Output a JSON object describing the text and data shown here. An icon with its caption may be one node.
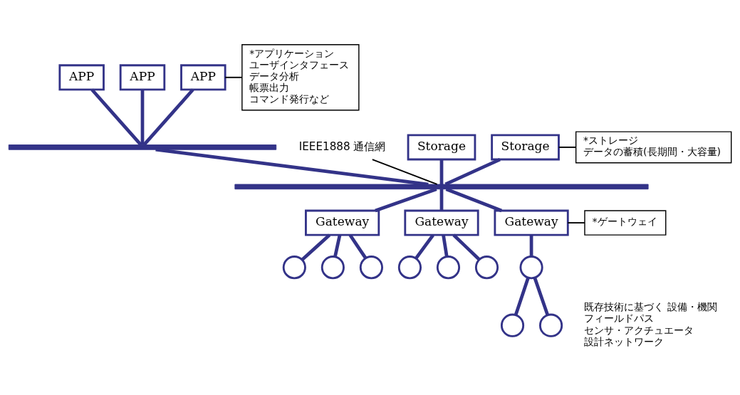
{
  "diagram": {
    "nodes": [
      {
        "text": [
          "APP"
        ]
      },
      {
        "text": [
          "APP"
        ]
      },
      {
        "text": [
          "APP"
        ]
      },
      {
        "text": [],
        "shape": "bar"
      },
      {
        "text": [
          "IEEE1888 通信網"
        ]
      },
      {
        "text": [
          "Storage"
        ]
      },
      {
        "text": [
          "Storage"
        ]
      },
      {
        "text": [],
        "shape": "bar"
      },
      {
        "text": [
          "Gateway"
        ]
      },
      {
        "text": [
          "Gateway"
        ]
      },
      {
        "text": [
          "Gateway"
        ]
      },
      {
        "text": [],
        "shape": "circle"
      },
      {
        "text": [],
        "shape": "circle"
      },
      {
        "text": [],
        "shape": "circle"
      },
      {
        "text": [],
        "shape": "circle"
      },
      {
        "text": [],
        "shape": "circle"
      },
      {
        "text": [],
        "shape": "circle"
      },
      {
        "text": [],
        "shape": "circle"
      },
      {
        "text": [],
        "shape": "circle"
      },
      {
        "text": [],
        "shape": "circle"
      },
      {
        "text": [
          "*アプリケーション",
          "ユーザインタフェース",
          "データ分析",
          "帳票出力",
          "コマンド発行など"
        ]
      },
      {
        "text": [
          "*ストレージ",
          "データの蓄積(長期間・大容量)"
        ]
      },
      {
        "text": [
          "*ゲートウェイ"
        ]
      }
    ],
    "edges": [
      {
        "from": 0,
        "to": 3,
        "arrow": "none"
      },
      {
        "from": 1,
        "to": 3,
        "arrow": "none"
      },
      {
        "from": 2,
        "to": 3,
        "arrow": "none"
      },
      {
        "from": 3,
        "to": 7,
        "arrow": "none"
      },
      {
        "from": 5,
        "to": 7,
        "arrow": "none"
      },
      {
        "from": 6,
        "to": 7,
        "arrow": "none"
      },
      {
        "from": 7,
        "to": 8,
        "arrow": "none"
      },
      {
        "from": 7,
        "to": 9,
        "arrow": "none"
      },
      {
        "from": 7,
        "to": 10,
        "arrow": "none"
      },
      {
        "from": 8,
        "to": 11,
        "arrow": "none"
      },
      {
        "from": 8,
        "to": 12,
        "arrow": "none"
      },
      {
        "from": 8,
        "to": 13,
        "arrow": "none"
      },
      {
        "from": 9,
        "to": 14,
        "arrow": "none"
      },
      {
        "from": 9,
        "to": 15,
        "arrow": "none"
      },
      {
        "from": 9,
        "to": 16,
        "arrow": "none"
      },
      {
        "from": 10,
        "to": 18,
        "arrow": "none"
      },
      {
        "from": 18,
        "to": 17,
        "arrow": "none"
      },
      {
        "from": 18,
        "to": 19,
        "arrow": "none"
      },
      {
        "from": 20,
        "to": 2,
        "arrow": "none",
        "color": "#000000"
      },
      {
        "from": 21,
        "to": 6,
        "arrow": "none",
        "color": "#000000"
      },
      {
        "from": 22,
        "to": 10,
        "arrow": "none",
        "color": "#000000"
      },
      {
        "from": 4,
        "to": 7,
        "arrow": "none",
        "color": "#000000"
      }
    ],
    "labels": [
      "既存技術に基づく 設備・機関",
      "フィールドパス",
      "センサ・アクチュエータ",
      "設計ネットワーク"
    ]
  }
}
